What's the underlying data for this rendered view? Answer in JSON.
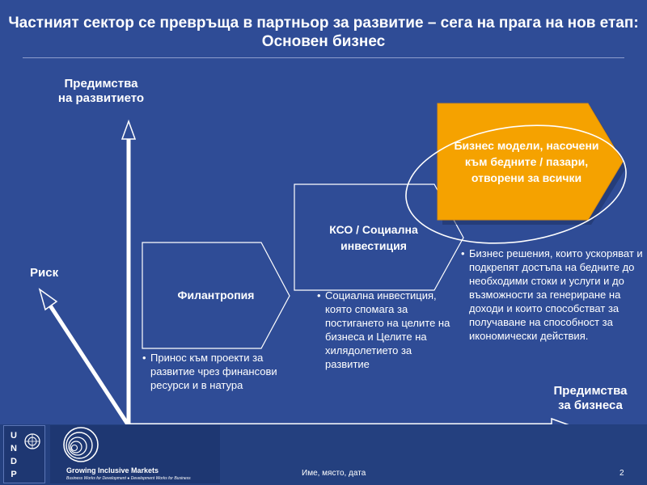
{
  "slide": {
    "title": "Частният сектор се превръща в партньор за развитие – сега на прага на нов етап: Основен бизнес"
  },
  "axes": {
    "y_label": "Предимства\nна развитието",
    "x_label": "Предимства\nза бизнеса",
    "diagonal_label": "Риск"
  },
  "stages": [
    {
      "label": "Филантропия",
      "bullet": "Принос към проекти за развитие чрез финансови ресурси и в натура"
    },
    {
      "label": "КСО / Социална инвестиция",
      "bullet": "Социална инвестиция, която спомага за постигането на целите на бизнеса и Целите на хилядолетието за развитие"
    },
    {
      "label": "Бизнес модели, насочени към бедните / пазари, отворени за всички",
      "bullet": "Бизнес решения, които ускоряват и подкрепят достъпа на бедните до необходими стоки и услуги и до възможности за генериране на доходи и които способстват за получаване на способност за икономически действия."
    }
  ],
  "footer": {
    "logo_undp_letters": [
      "U",
      "N",
      "D",
      "P"
    ],
    "gim_title": "Growing Inclusive Markets",
    "gim_tagline": "Business Works for Development ● Development Works for Business",
    "text": "Име, място, дата",
    "page_number": "2"
  },
  "colors": {
    "background": "#2f4c96",
    "stage_fill": "#2f4c96",
    "stage_border": "#ffffff",
    "highlight_fill": "#f5a200",
    "highlight_shade": "#d98d00",
    "axis": "#ffffff"
  }
}
